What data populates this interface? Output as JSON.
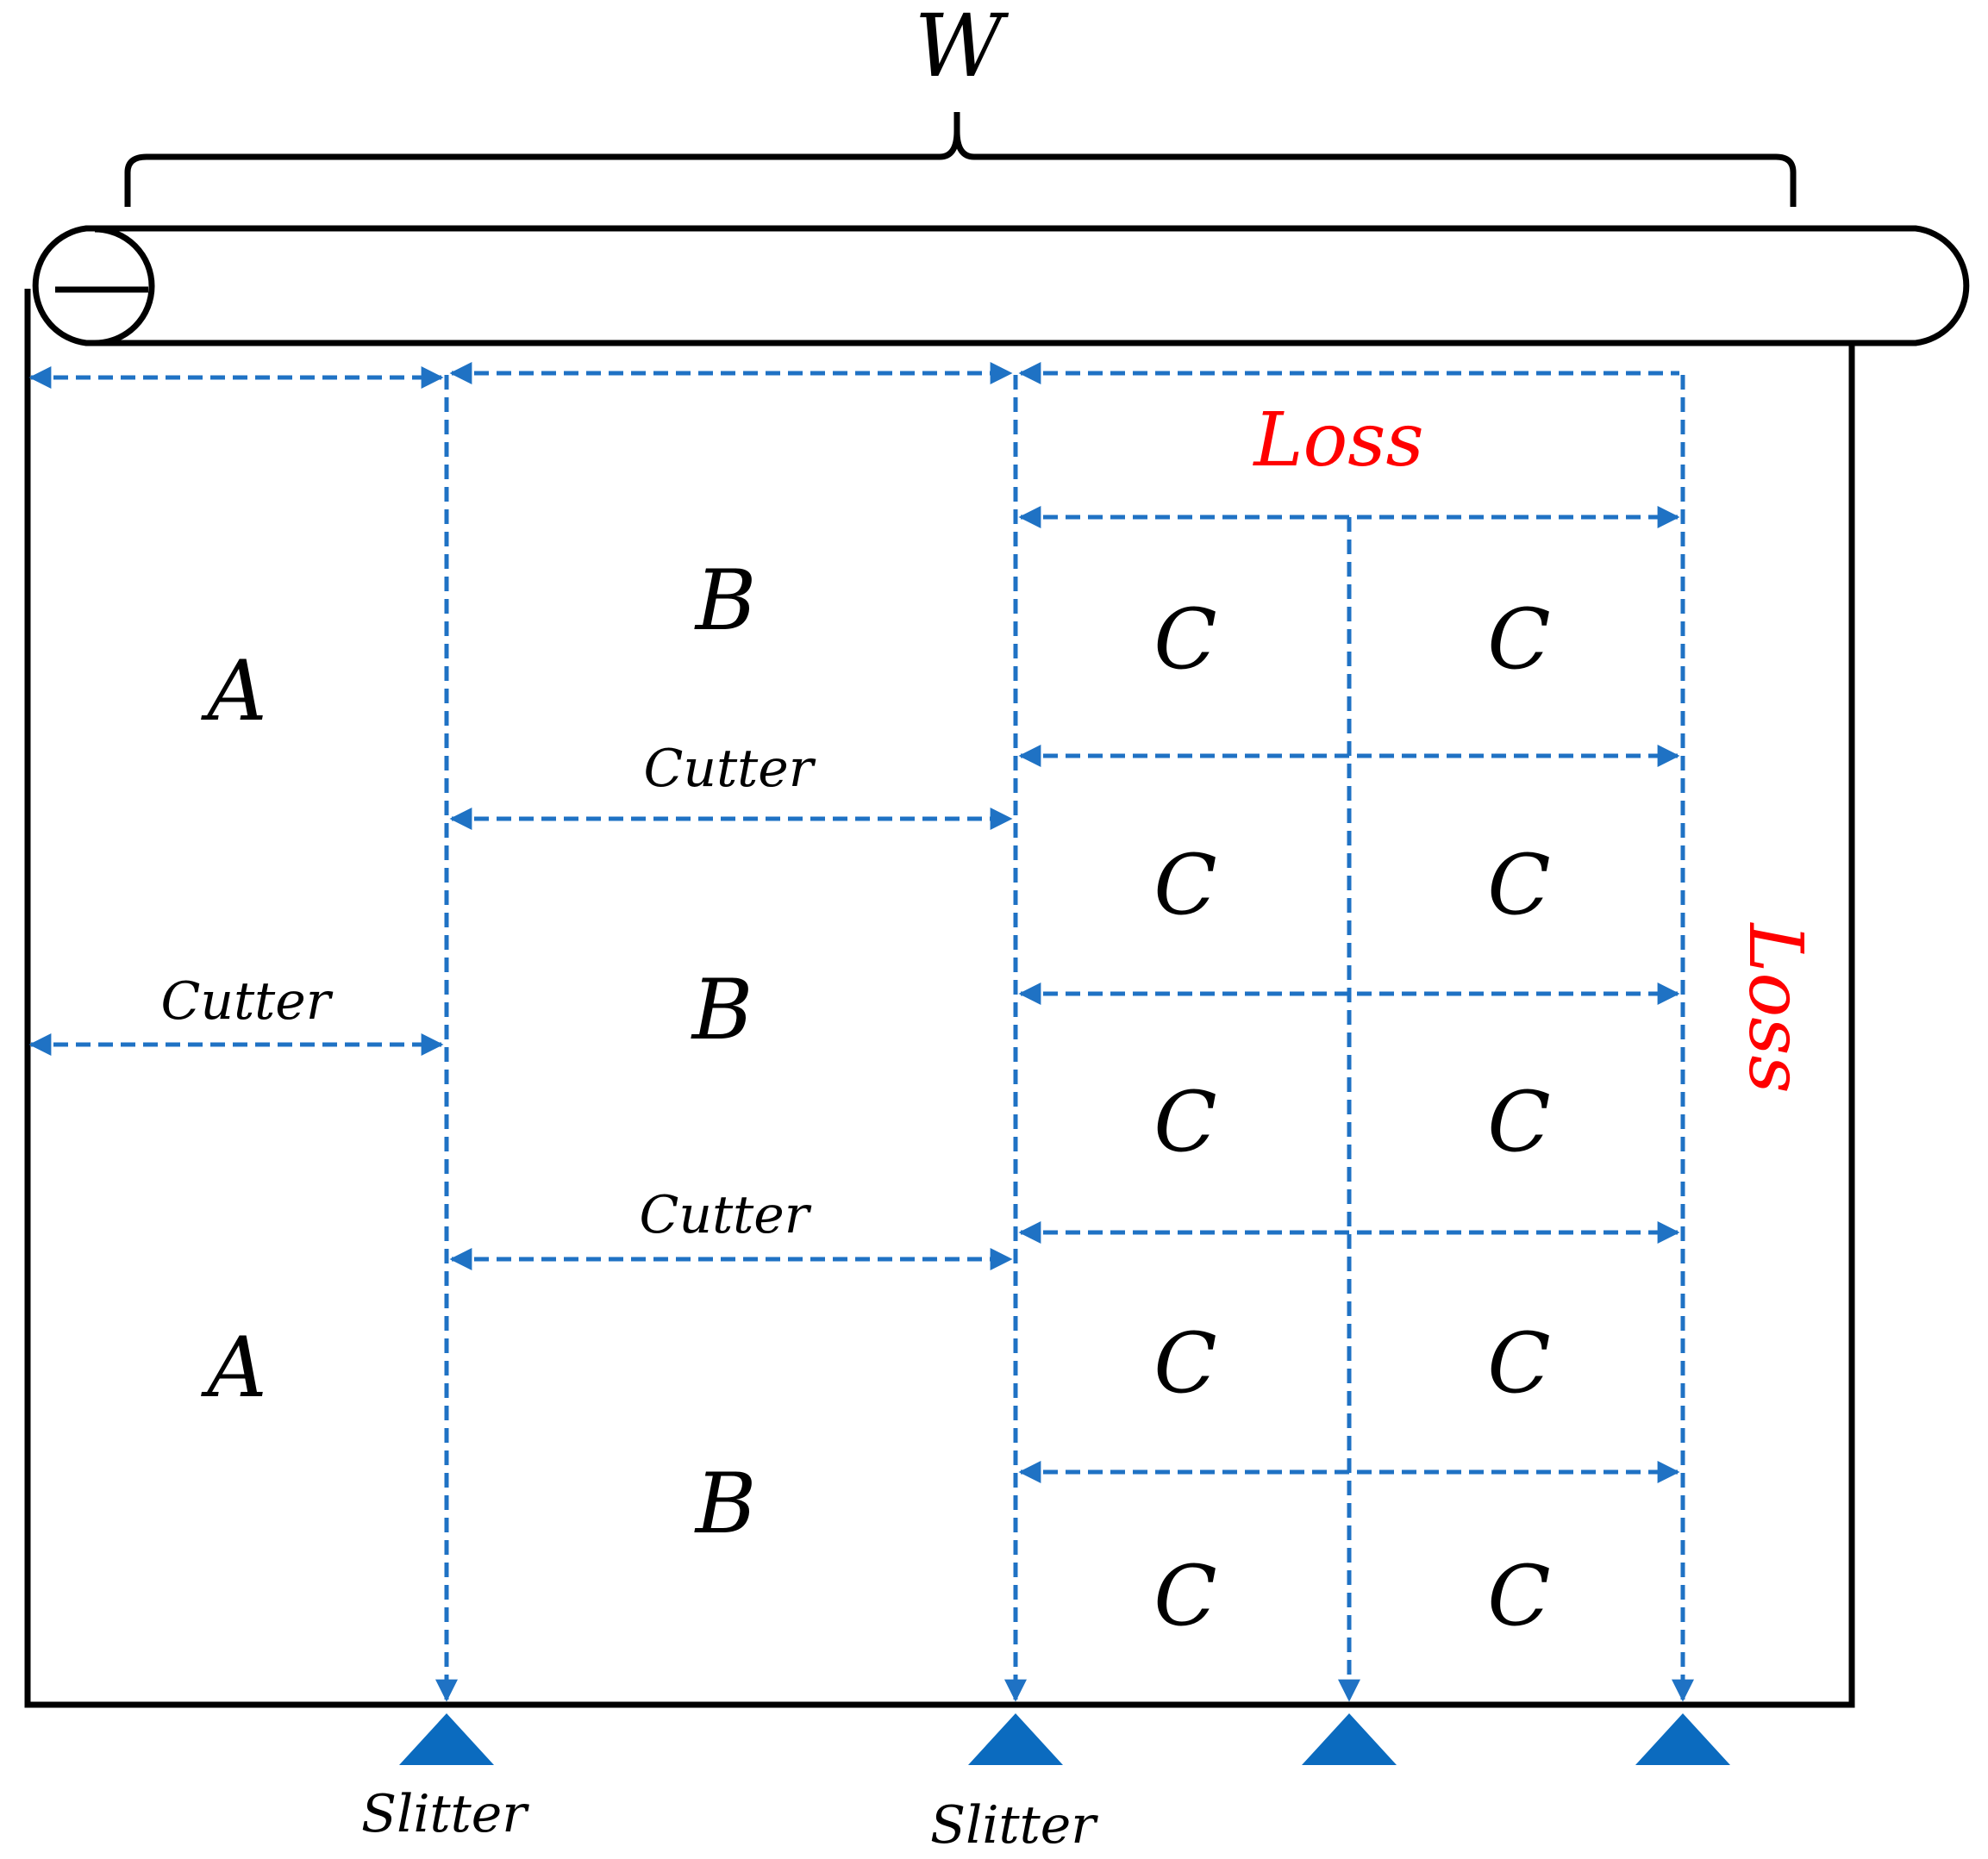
{
  "width_label": "W",
  "pieces": {
    "a": "A",
    "b": "B",
    "c": "C"
  },
  "cutter_label": "Cutter",
  "loss_label": "Loss",
  "slitter_label": "Slitter",
  "colors": {
    "outline": "#000000",
    "guide": "#1f72c4",
    "slitter": "#0b6bbf",
    "loss": "#ff0000"
  }
}
